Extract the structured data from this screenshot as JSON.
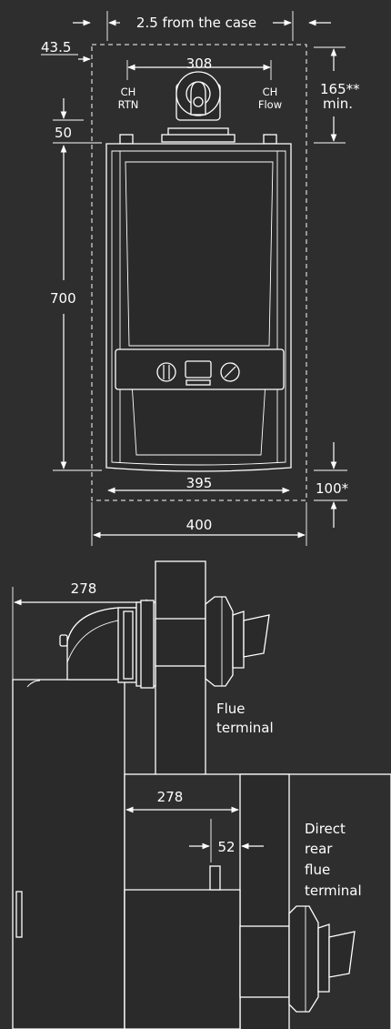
{
  "front_view": {
    "clearance_sides": "2.5 from the case",
    "left_offset": "43.5",
    "pipe_spacing": "308",
    "ch_return": [
      "CH",
      "RTN"
    ],
    "ch_flow": [
      "CH",
      "Flow"
    ],
    "top_clearance": [
      "165**",
      "min."
    ],
    "top_gap": "50",
    "height": "700",
    "case_width": "395",
    "bottom_clearance": "100*",
    "overall_width": "400"
  },
  "side_view": {
    "flue_depth": "278",
    "flue_terminal": [
      "Flue",
      "terminal"
    ]
  },
  "rear_flue_inset": {
    "depth": "278",
    "offset": "52",
    "label": [
      "Direct",
      "rear",
      "flue",
      "terminal"
    ]
  },
  "colors": {
    "background": "#2f2e2e",
    "line": "#ffffff"
  }
}
